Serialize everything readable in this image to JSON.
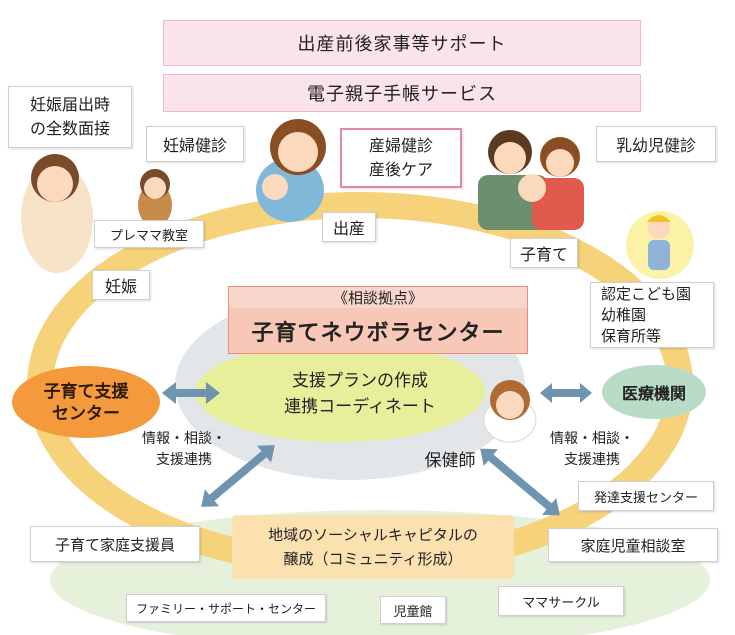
{
  "top_bars": {
    "support_before_after_birth": "出産前後家事等サポート",
    "e_mother_child_handbook": "電子親子手帳サービス"
  },
  "stages": {
    "pregnancy_report": "妊娠届出時\nの全数面接",
    "prenatal_checkup": "妊婦健診",
    "postpartum_checkup": "産婦健診\n産後ケア",
    "infant_checkup": "乳幼児健診",
    "premama_class": "プレママ教室",
    "pregnancy": "妊娠",
    "birth": "出産",
    "childrearing": "子育て",
    "childcare_facilities": "認定こども園\n幼稚園\n保育所等"
  },
  "center": {
    "subtitle": "《相談拠点》",
    "title": "子育てネウボラセンター",
    "task_line1": "支援プランの作成",
    "task_line2": "連携コーディネート",
    "public_health_nurse": "保健師"
  },
  "partners": {
    "support_center": "子育て支援\nセンター",
    "medical": "医療機関",
    "left_link_text": "情報・相談・\n支援連携",
    "right_link_text": "情報・相談・\n支援連携",
    "dev_support_center": "発達支援センター",
    "family_child_consultation": "家庭児童相談室",
    "home_support_staff": "子育て家庭支援員",
    "social_capital": "地域のソーシャルキャピタルの\n醸成（コミュニティ形成）",
    "family_support_center": "ファミリー・サポート・センター",
    "childrens_hall": "児童館",
    "mama_circle": "ママサークル"
  },
  "colors": {
    "ring": "#f6d27a",
    "pink_bar": "#fbe3ea",
    "center_title_bg": "#f7c7b8",
    "center_title_border": "#e8907c",
    "plan_ellipse": "#e8ef9a",
    "support_center": "#f59a3c",
    "medical": "#b9dcc6",
    "arrow": "#6f94b0",
    "community": "#fbe0b0"
  }
}
